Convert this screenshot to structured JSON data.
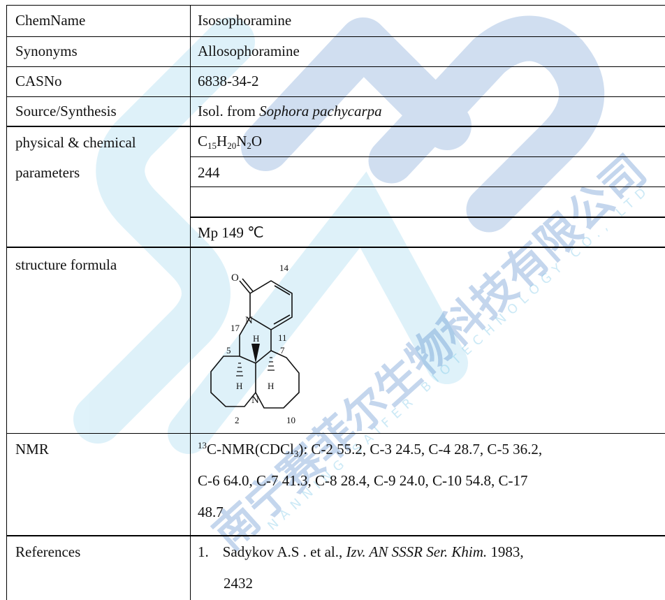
{
  "rows": {
    "chemname": {
      "label": "ChemName",
      "value": "Isosophoramine"
    },
    "synonyms": {
      "label": "Synonyms",
      "value": "Allosophoramine"
    },
    "casno": {
      "label": "CASNo",
      "value": "6838-34-2"
    },
    "source": {
      "label": "Source/Synthesis",
      "prefix": "Isol. from ",
      "species": "Sophora pachycarpa"
    },
    "physical": {
      "label_line1": "physical & chemical",
      "label_line2": "parameters",
      "formula_C": "C",
      "formula_C_sub": "15",
      "formula_H": "H",
      "formula_H_sub": "20",
      "formula_N": "N",
      "formula_N_sub": "2",
      "formula_O": "O",
      "mw": "244",
      "empty": "",
      "mp": "Mp 149 ℃"
    },
    "structure": {
      "label": "structure formula",
      "atoms": {
        "O": "O",
        "N1": "N",
        "N2": "N",
        "H1": "H",
        "H2": "H",
        "H3": "H"
      },
      "numbers": {
        "n14": "14",
        "n17": "17",
        "n11": "11",
        "n5": "5",
        "n7": "7",
        "n2": "2",
        "n10": "10"
      }
    },
    "nmr": {
      "label": "NMR",
      "sup": "13",
      "line1_a": "C-NMR(CDCl",
      "line1_sub": "3",
      "line1_b": "): C-2 55.2, C-3 24.5, C-4 28.7, C-5 36.2,",
      "line2": "C-6 64.0, C-7 41.3, C-8 28.4, C-9 24.0, C-10 54.8, C-17",
      "line3": "48.7"
    },
    "references": {
      "label": "References",
      "num": "1.",
      "authors": "Sadykov A.S . et al., ",
      "journal": "Izv. AN SSSR Ser. Khim.",
      "year": " 1983,",
      "line2": "2432"
    }
  },
  "watermark": {
    "brand": "SAIFER",
    "chinese": "南宁赛菲尔生物科技有限公司",
    "english": "NANNING SAIFER BIOTECHNOLOGY CO., LTD",
    "colors": {
      "blue": "#2e6fc0",
      "cyan": "#6ec3e6"
    }
  }
}
